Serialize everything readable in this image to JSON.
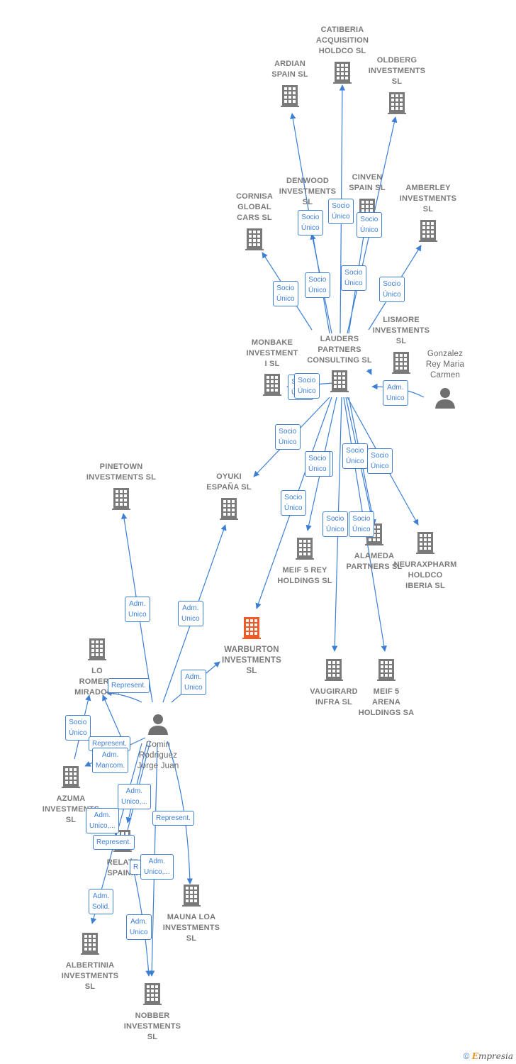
{
  "colors": {
    "edge": "#3d7fd6",
    "building": "#7a7a7a",
    "focus": "#f05a28",
    "person": "#707070"
  },
  "nodes": [
    {
      "id": "catiberia",
      "label": "CATIBERIA\nACQUISITION\nHOLDCO  SL",
      "icon": "building-icon"
    },
    {
      "id": "ardian",
      "label": "ARDIAN\nSPAIN  SL",
      "icon": "building-icon"
    },
    {
      "id": "oldberg",
      "label": "OLDBERG\nINVESTMENTS\nSL",
      "icon": "building-icon"
    },
    {
      "id": "denwood",
      "label": "DENWOOD\nINVESTMENTS\nSL",
      "icon": "building-icon"
    },
    {
      "id": "cinven",
      "label": "CINVEN\nSPAIN  SL",
      "icon": "building-icon"
    },
    {
      "id": "amberley",
      "label": "AMBERLEY\nINVESTMENTS\nSL",
      "icon": "building-icon"
    },
    {
      "id": "cornisa",
      "label": "CORNISA\nGLOBAL\nCARS  SL",
      "icon": "building-icon"
    },
    {
      "id": "lismore",
      "label": "LISMORE\nINVESTMENTS\nSL",
      "icon": "building-icon"
    },
    {
      "id": "lauders",
      "label": "LAUDERS\nPARTNERS\nCONSULTING SL",
      "icon": "building-icon"
    },
    {
      "id": "monbake",
      "label": "MONBAKE\nINVESTMENT\nI  SL",
      "icon": "building-icon"
    },
    {
      "id": "gonzalez",
      "label": "Gonzalez\nRey Maria\nCarmen",
      "icon": "person-icon"
    },
    {
      "id": "pinetown",
      "label": "PINETOWN\nINVESTMENTS SL",
      "icon": "building-icon"
    },
    {
      "id": "oyuki",
      "label": "OYUKI\nESPAÑA  SL",
      "icon": "building-icon"
    },
    {
      "id": "meif5rey",
      "label": "MEIF 5 REY\nHOLDINGS  SL",
      "icon": "building-icon"
    },
    {
      "id": "alameda",
      "label": "ALAMEDA\nPARTNERS  SL",
      "icon": "building-icon"
    },
    {
      "id": "neuraxpharm",
      "label": "NEURAXPHARM\nHOLDCO\nIBERIA  SL",
      "icon": "building-icon"
    },
    {
      "id": "warburton",
      "label": "WARBURTON\nINVESTMENTS\nSL",
      "icon": "building-icon"
    },
    {
      "id": "vaugirard",
      "label": "VAUGIRARD\nINFRA  SL",
      "icon": "building-icon"
    },
    {
      "id": "meif5arena",
      "label": "MEIF 5\nARENA\nHOLDINGS SA",
      "icon": "building-icon"
    },
    {
      "id": "loromero",
      "label": "LO\nROMERO\nMIRADOR...",
      "icon": "building-icon"
    },
    {
      "id": "comin",
      "label": "Comin\nRodriguez\nJorge Juan",
      "icon": "person-icon"
    },
    {
      "id": "azuma",
      "label": "AZUMA\nINVESTMENTS\nSL",
      "icon": "building-icon"
    },
    {
      "id": "relate",
      "label": "RELATE\nSPAIN...",
      "icon": "building-icon"
    },
    {
      "id": "maunaloa",
      "label": "MAUNA LOA\nINVESTMENTS\nSL",
      "icon": "building-icon"
    },
    {
      "id": "albertinia",
      "label": "ALBERTINIA\nINVESTMENTS\nSL",
      "icon": "building-icon"
    },
    {
      "id": "nobber",
      "label": "NOBBER\nINVESTMENTS\nSL",
      "icon": "building-icon"
    }
  ],
  "edge_labels": [
    "Socio\nÚnico",
    "Socio\nÚnico",
    "Socio\nÚnico",
    "Socio\nÚnico",
    "Socio\nÚnico",
    "Socio\nÚnico",
    "Socio\nÚnico",
    "Socio\nÚnico",
    "Socio\nÚnico",
    "Adm.\nUnico",
    "Socio\nÚnico",
    "Socio\nÚnico",
    "Socio\nÚnico",
    "Socio\nÚnico",
    "Socio\nÚnico",
    "Socio\nÚnico",
    "Socio\nÚnico",
    "Socio\nÚnico",
    "Adm.\nUnico",
    "Adm.\nUnico",
    "Adm.\nUnico",
    "Represent.",
    "Socio\nÚnico",
    "Represent.",
    "Adm.\nMancom.",
    "Adm.\nUnico,...",
    "Adm.\nUnico,...",
    "Represent.",
    "Represent.",
    "R",
    "Adm.\nUnico,...",
    "Adm.\nSolid.",
    "Adm.\nUnico"
  ],
  "footer": {
    "copyright": "©",
    "brand_first": "E",
    "brand_rest": "mpresia"
  }
}
